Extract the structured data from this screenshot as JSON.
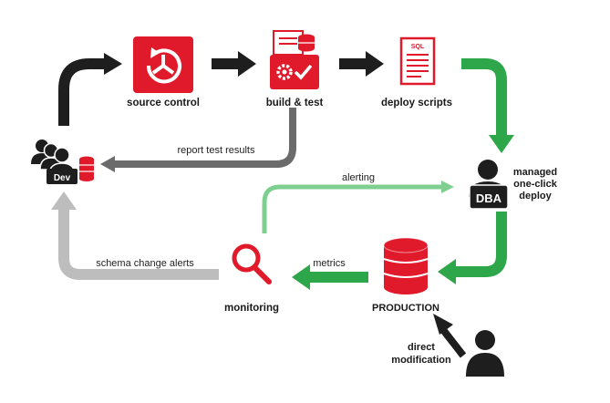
{
  "colors": {
    "red": "#e01a2b",
    "dark": "#1e1e1e",
    "green": "#2ea64a",
    "light_green": "#7fd090",
    "gray": "#6b6b6b",
    "light_gray": "#bdbdbd"
  },
  "nodes": {
    "source_control": {
      "label": "source control",
      "icon": "source-control-icon"
    },
    "build_test": {
      "label": "build & test",
      "icon": "build-test-icon"
    },
    "deploy_scripts": {
      "label": "deploy scripts",
      "icon": "sql-script-icon",
      "doc_text": "SQL"
    },
    "dev": {
      "badge": "Dev",
      "icon": "dev-team-icon"
    },
    "dba": {
      "badge": "DBA",
      "label_lines": [
        "managed",
        "one-click",
        "deploy"
      ],
      "icon": "dba-person-icon"
    },
    "production": {
      "label": "PRODUCTION",
      "icon": "database-icon"
    },
    "monitoring": {
      "label": "monitoring",
      "icon": "magnifier-icon"
    },
    "user": {
      "label_lines": [
        "direct",
        "modification"
      ],
      "icon": "person-icon"
    }
  },
  "edges": {
    "report_test_results": "report test results",
    "alerting": "alerting",
    "metrics": "metrics",
    "schema_change_alerts": "schema change alerts"
  }
}
